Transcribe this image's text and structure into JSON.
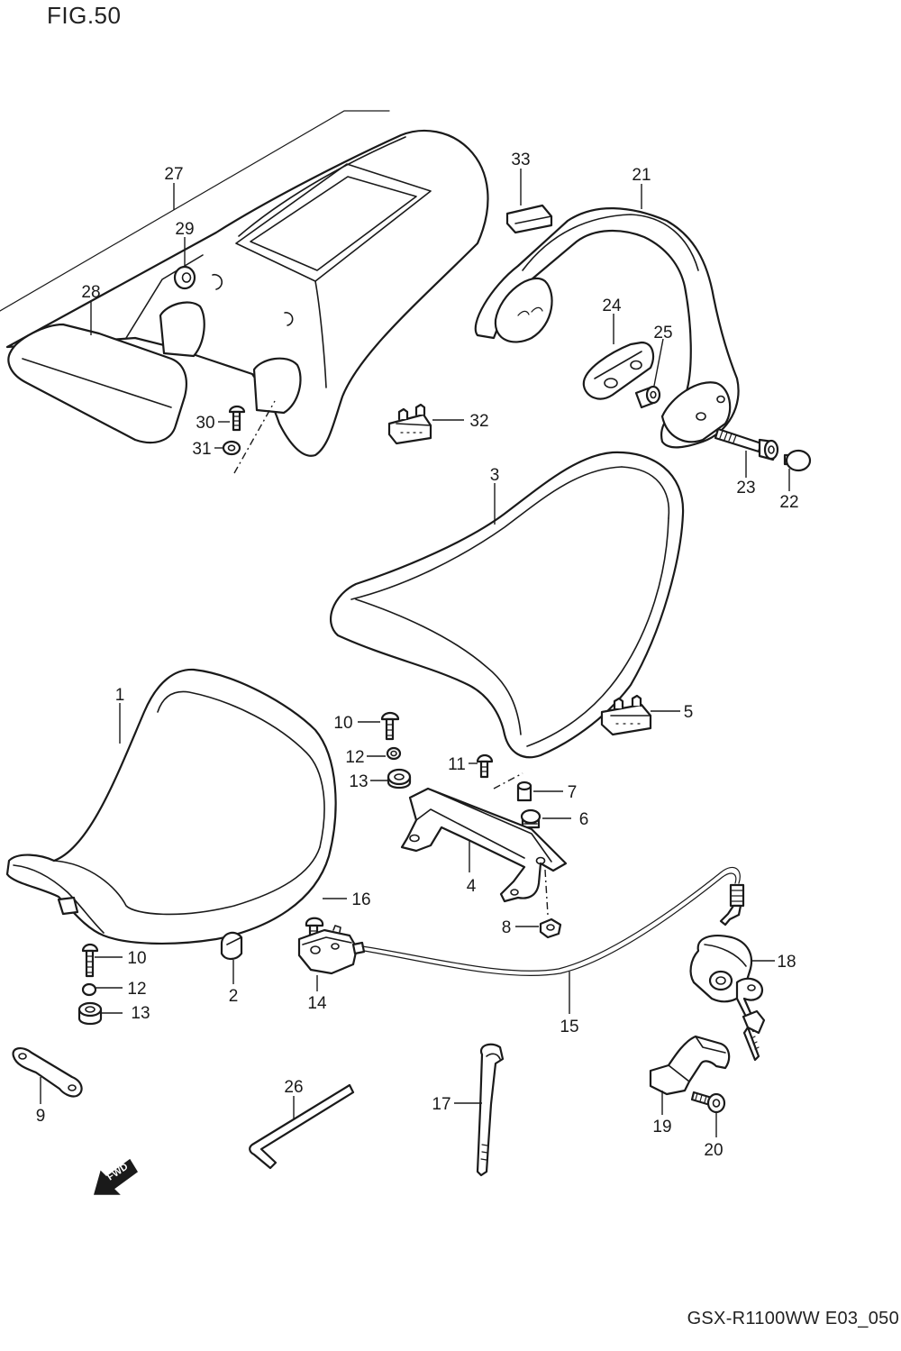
{
  "figure": {
    "title": "FIG.50",
    "footer_code": "GSX-R1100WW  E03_050"
  },
  "fwd_marker": {
    "label": "FWD",
    "icon": "forward-direction-arrow-icon"
  },
  "parts": [
    {
      "no": "1",
      "name": "front-seat"
    },
    {
      "no": "2",
      "name": "seat-cushion-rubber"
    },
    {
      "no": "3",
      "name": "rear-seat"
    },
    {
      "no": "4",
      "name": "seat-bracket"
    },
    {
      "no": "5",
      "name": "seat-cushion-block"
    },
    {
      "no": "6",
      "name": "bracket-nut"
    },
    {
      "no": "7",
      "name": "spacer-collar"
    },
    {
      "no": "8",
      "name": "bracket-flange-nut"
    },
    {
      "no": "9",
      "name": "seat-hook"
    },
    {
      "no": "10",
      "name": "screw"
    },
    {
      "no": "11",
      "name": "bracket-screw"
    },
    {
      "no": "12",
      "name": "washer"
    },
    {
      "no": "13",
      "name": "rubber-cushion"
    },
    {
      "no": "14",
      "name": "seat-lock-assembly"
    },
    {
      "no": "15",
      "name": "seat-lock-cable"
    },
    {
      "no": "16",
      "name": "lock-screw"
    },
    {
      "no": "17",
      "name": "cable-clamp"
    },
    {
      "no": "18",
      "name": "seat-lock-cylinder"
    },
    {
      "no": "19",
      "name": "lock-bracket"
    },
    {
      "no": "20",
      "name": "lock-bracket-bolt"
    },
    {
      "no": "21",
      "name": "pillion-grip-rail"
    },
    {
      "no": "22",
      "name": "bolt-cap"
    },
    {
      "no": "23",
      "name": "grip-bolt"
    },
    {
      "no": "24",
      "name": "grip-spacer"
    },
    {
      "no": "25",
      "name": "grip-collar"
    },
    {
      "no": "26",
      "name": "hex-wrench"
    },
    {
      "no": "27",
      "name": "seat-tail-cover"
    },
    {
      "no": "28",
      "name": "tail-cover-pad"
    },
    {
      "no": "29",
      "name": "cover-grommet"
    },
    {
      "no": "30",
      "name": "cover-screw"
    },
    {
      "no": "31",
      "name": "cover-washer"
    },
    {
      "no": "32",
      "name": "cover-cushion-block"
    },
    {
      "no": "33",
      "name": "grip-cushion"
    }
  ]
}
